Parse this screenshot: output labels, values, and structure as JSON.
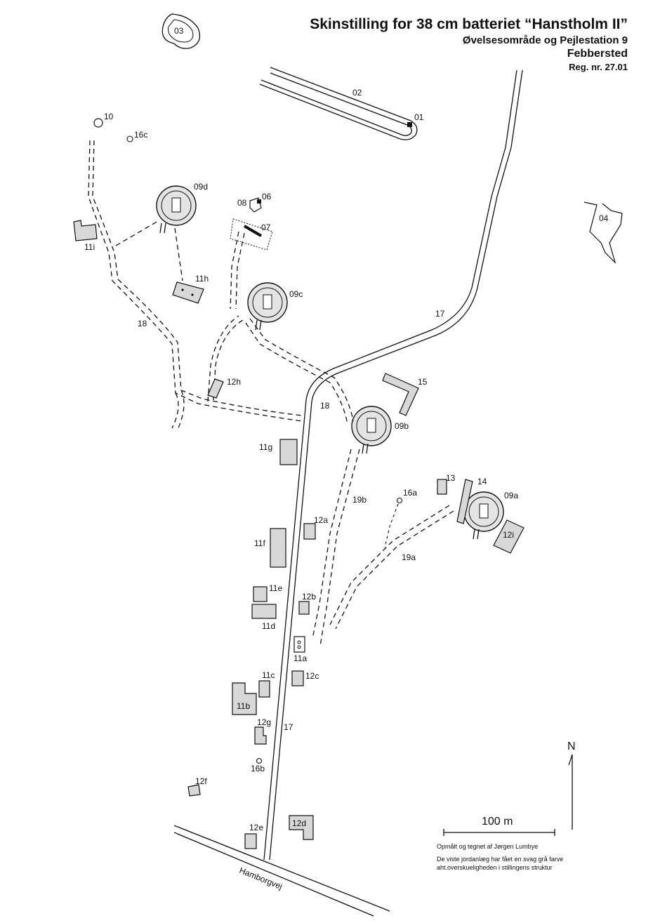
{
  "title": {
    "line1": "Skinstilling for 38 cm batteriet “Hanstholm II”",
    "line2": "Øvelsesområde og Pejlestation 9",
    "line3": "Febbersted",
    "line4": "Reg. nr. 27.01"
  },
  "labels": {
    "l01": "01",
    "l02": "02",
    "l03": "03",
    "l04": "04",
    "l06": "06",
    "l07": "07",
    "l08": "08",
    "l10": "10",
    "l09a": "09a",
    "l09b": "09b",
    "l09c": "09c",
    "l09d": "09d",
    "l11a": "11a",
    "l11b": "11b",
    "l11c": "11c",
    "l11d": "11d",
    "l11e": "11e",
    "l11f": "11f",
    "l11g": "11g",
    "l11h": "11h",
    "l11i": "11i",
    "l12a": "12a",
    "l12b": "12b",
    "l12c": "12c",
    "l12d": "12d",
    "l12e": "12e",
    "l12f": "12f",
    "l12g": "12g",
    "l12h": "12h",
    "l12i": "12i",
    "l13": "13",
    "l14": "14",
    "l15": "15",
    "l16a": "16a",
    "l16b": "16b",
    "l16c": "16c",
    "l17a": "17",
    "l17b": "17",
    "l18a": "18",
    "l18b": "18",
    "l19a": "19a",
    "l19b": "19b",
    "road_name": "Hamborgvej"
  },
  "north": "N",
  "scale": "100 m",
  "credit": {
    "surveyed": "Opmålt og tegnet af Jørgen Lumbye",
    "note": "De viste jordanlæg har fået en svag grå farve aht.overskueligheden i stillingens struktur"
  }
}
